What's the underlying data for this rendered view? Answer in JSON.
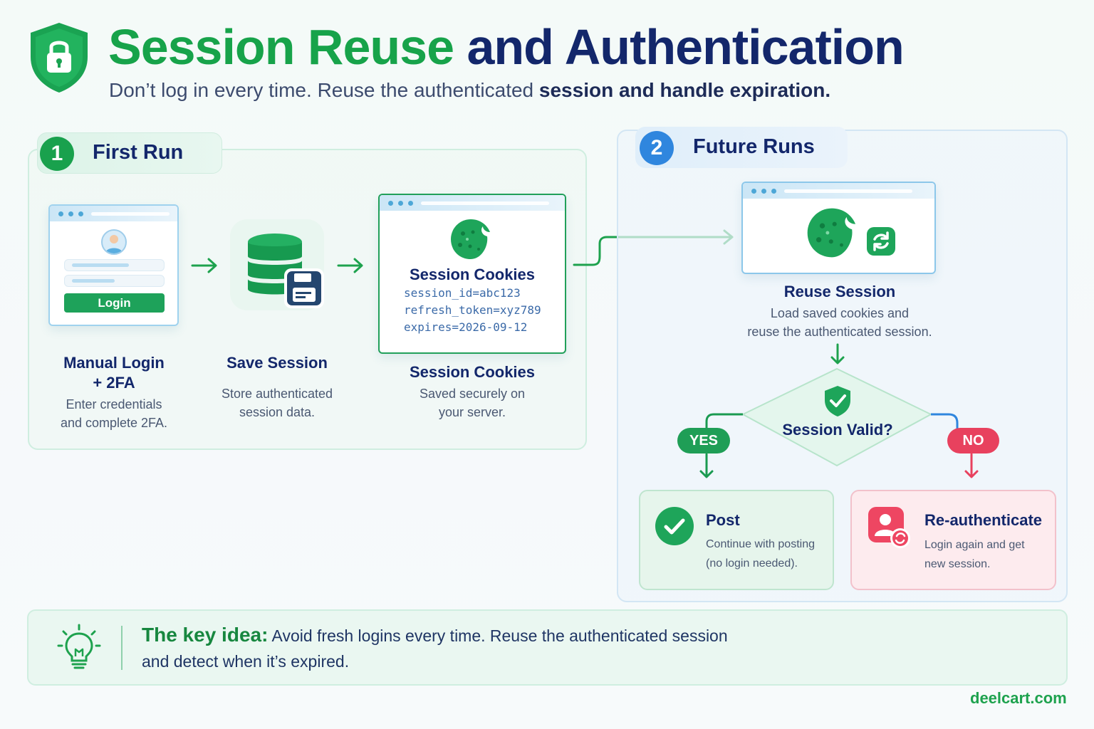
{
  "header": {
    "title_part1": "Session Reuse",
    "title_part2": "and Authentication",
    "subtitle_part1": "Don’t log in every time. Reuse the authenticated ",
    "subtitle_part2": "session and handle expiration."
  },
  "first_run": {
    "number": "1",
    "label": "First Run",
    "login_button": "Login",
    "step1_title_line1": "Manual Login",
    "step1_title_line2": "+ 2FA",
    "step1_desc_line1": "Enter credentials",
    "step1_desc_line2": "and complete 2FA.",
    "step2_title": "Save Session",
    "step2_desc_line1": "Store authenticated",
    "step2_desc_line2": "session data.",
    "cookie_window_title": "Session Cookies",
    "cookie_lines": [
      "session_id=abc123",
      "refresh_token=xyz789",
      "expires=2026-09-12"
    ],
    "step3_title": "Session Cookies",
    "step3_desc_line1": "Saved securely on",
    "step3_desc_line2": "your server."
  },
  "future_runs": {
    "number": "2",
    "label": "Future Runs",
    "reuse_title": "Reuse Session",
    "reuse_desc_line1": "Load saved cookies and",
    "reuse_desc_line2": "reuse the authenticated session.",
    "decision_label": "Session Valid?",
    "yes_label": "YES",
    "no_label": "NO",
    "post_title": "Post",
    "post_desc_line1": "Continue with posting",
    "post_desc_line2": "(no login needed).",
    "reauth_title": "Re-authenticate",
    "reauth_desc_line1": "Login again and get",
    "reauth_desc_line2": "new session."
  },
  "key_idea": {
    "lead": "The key idea:",
    "text_line1": " Avoid fresh logins every time. Reuse the authenticated session",
    "text_line2": "and detect when it’s expired."
  },
  "brand": "deelcart.com",
  "colors": {
    "green": "#17a34a",
    "navy": "#13276b",
    "blue": "#2f86de",
    "red": "#e8415e"
  },
  "icons": [
    "shield-lock-icon",
    "user-avatar-icon",
    "database-icon",
    "floppy-save-icon",
    "cookie-icon",
    "refresh-icon",
    "shield-check-icon",
    "check-circle-icon",
    "user-refresh-icon",
    "lightbulb-icon",
    "arrow-right-icon",
    "arrow-down-icon"
  ]
}
